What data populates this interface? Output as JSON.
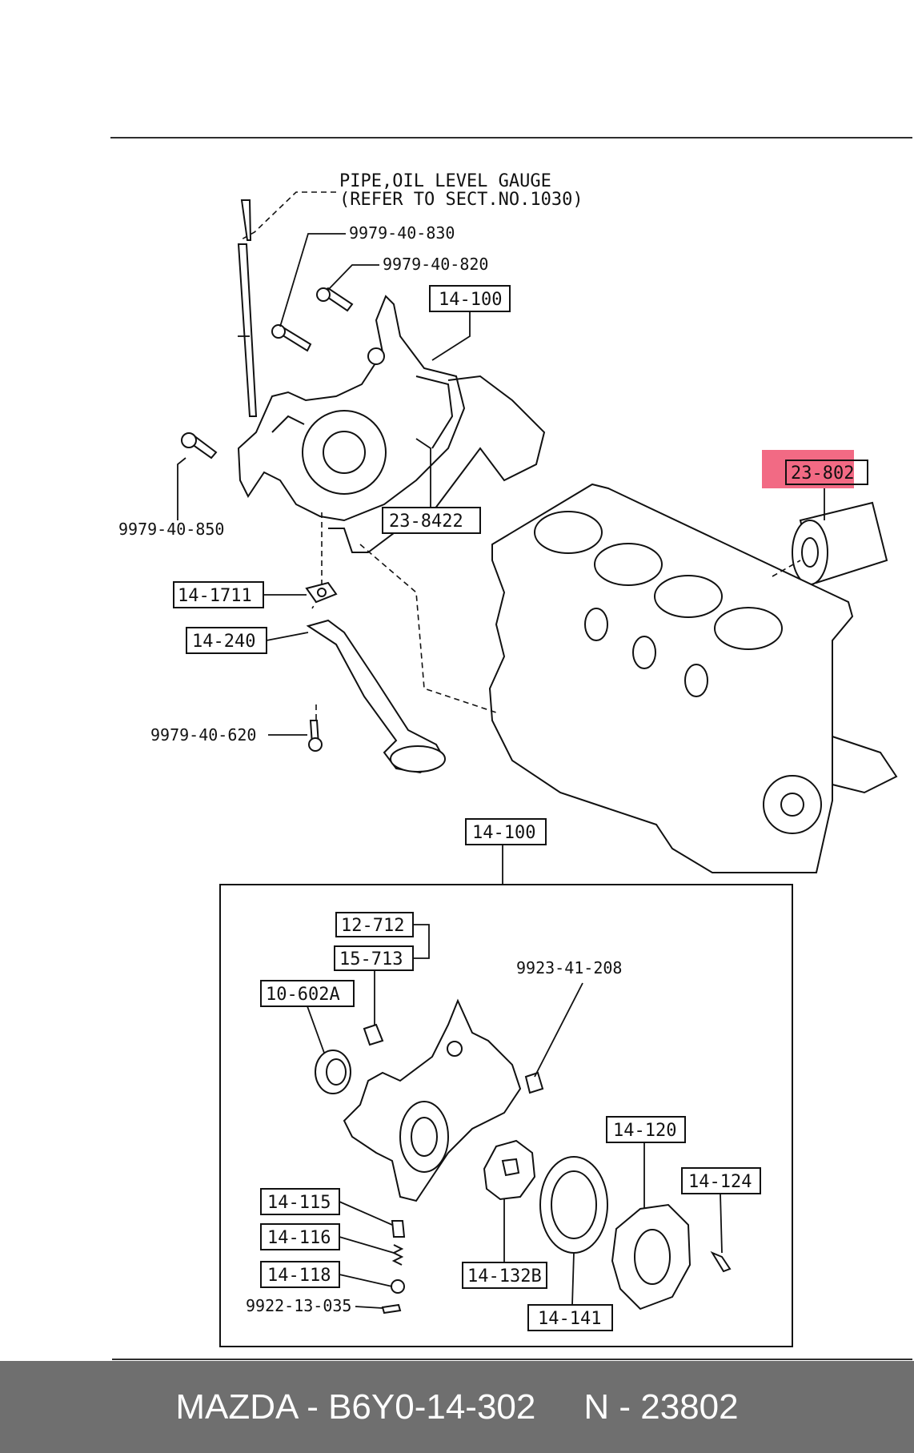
{
  "header": {
    "title_line1": "PIPE,OIL LEVEL GAUGE",
    "title_line2": "(REFER TO SECT.NO.1030)"
  },
  "callouts": {
    "c_9979_40_830": "9979-40-830",
    "c_9979_40_820": "9979-40-820",
    "c_14_100_top": "14-100",
    "c_23_802": "23-802",
    "c_9979_40_850": "9979-40-850",
    "c_23_8422": "23-8422",
    "c_14_1711": "14-1711",
    "c_14_240": "14-240",
    "c_9979_40_620": "9979-40-620",
    "c_14_100_mid": "14-100",
    "c_12_712": "12-712",
    "c_15_713": "15-713",
    "c_10_602a": "10-602A",
    "c_9923_41_208": "9923-41-208",
    "c_14_120": "14-120",
    "c_14_124": "14-124",
    "c_14_115": "14-115",
    "c_14_116": "14-116",
    "c_14_118": "14-118",
    "c_14_132b": "14-132B",
    "c_14_141": "14-141",
    "c_9922_13_035": "9922-13-035"
  },
  "highlight": {
    "part": "23-802",
    "color": "#f0506e"
  },
  "footer": {
    "oem": "MAZDA - B6Y0-14-302",
    "ref": "N - 23802",
    "background": "#6f6f6f"
  }
}
